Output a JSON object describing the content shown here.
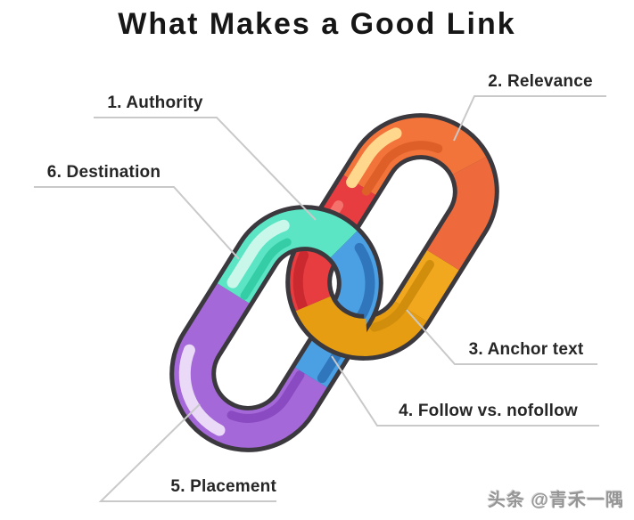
{
  "title": "What Makes a Good Link",
  "diagram": {
    "type": "labeled-illustration",
    "subject": "two interlocked chain links, each split into three colored segments",
    "labels": [
      {
        "text": "1. Authority",
        "points_to": "red segment, upper-left arm of top link"
      },
      {
        "text": "2. Relevance",
        "points_to": "orange segment, top loop of top link"
      },
      {
        "text": "3. Anchor text",
        "points_to": "yellow segment, lower arm of top link"
      },
      {
        "text": "4. Follow vs. nofollow",
        "points_to": "blue segment, right side of bottom link"
      },
      {
        "text": "5. Placement",
        "points_to": "purple segment, bottom loop of bottom link"
      },
      {
        "text": "6. Destination",
        "points_to": "teal segment, top side of bottom link"
      }
    ],
    "colors": {
      "orange": "#F3743B",
      "orange_dark": "#EE6A3C",
      "orange_highlight": "#FFD88D",
      "red": "#E73C40",
      "red_dark": "#C9292F",
      "red_highlight": "#F4716C",
      "yellow": "#F2A81E",
      "yellow_dark": "#E69D12",
      "yellow_shadow": "#D18E0C",
      "teal": "#5BE5C5",
      "teal_dark": "#34CDA6",
      "teal_highlight": "#C9F8EB",
      "blue": "#4B9FE3",
      "blue_dark": "#3076BC",
      "purple": "#A568D8",
      "purple_dark": "#8A4BC2",
      "purple_highlight": "#EADAF8",
      "outline": "#3B383E",
      "leader_line": "#C9C9C9"
    }
  },
  "watermark": "头条 @青禾一隅"
}
